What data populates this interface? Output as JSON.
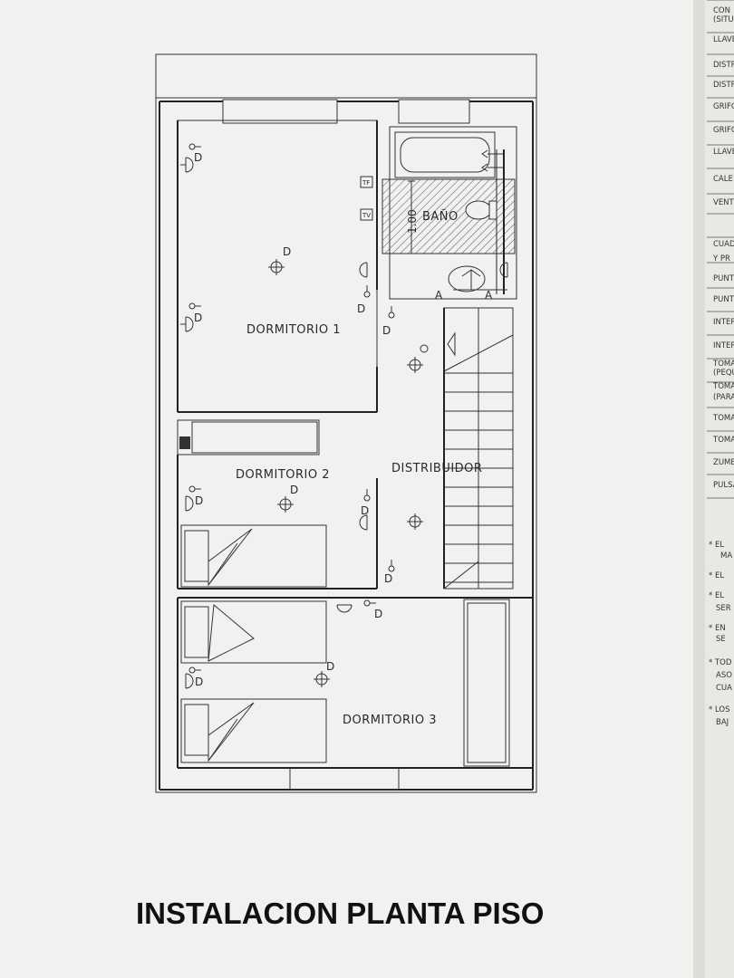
{
  "title": "INSTALACION PLANTA PISO",
  "rooms": {
    "dormitorio_1": "DORMITORIO 1",
    "dormitorio_2": "DORMITORIO 2",
    "dormitorio_3": "DORMITORIO 3",
    "distribuidor": "DISTRIBUIDOR",
    "bano": "BAÑO"
  },
  "dimension": "1.00",
  "symbol_labels": {
    "d": "D",
    "a": "A",
    "tf": "TF",
    "tv": "TV"
  },
  "legend_fragments": [
    "CON",
    "(SITU",
    "LLAVE",
    "DISTR",
    "DISTR",
    "GRIFO",
    "GRIFO",
    "LLAVE",
    "CALE",
    "VENTI",
    "CUAD",
    "Y PR",
    "PUNT",
    "PUNT",
    "INTER",
    "INTER",
    "TOMA",
    "(PEQU",
    "TOMA",
    "(PARA",
    "TOMA",
    "TOMA",
    "ZUMB",
    "PULSA"
  ],
  "notes_fragments": [
    "* EL",
    "MA",
    "* EL",
    "* EL",
    "SER",
    "* EN",
    "SE",
    "* TOD",
    "ASO",
    "CUA",
    "* LOS",
    "BAJ"
  ]
}
